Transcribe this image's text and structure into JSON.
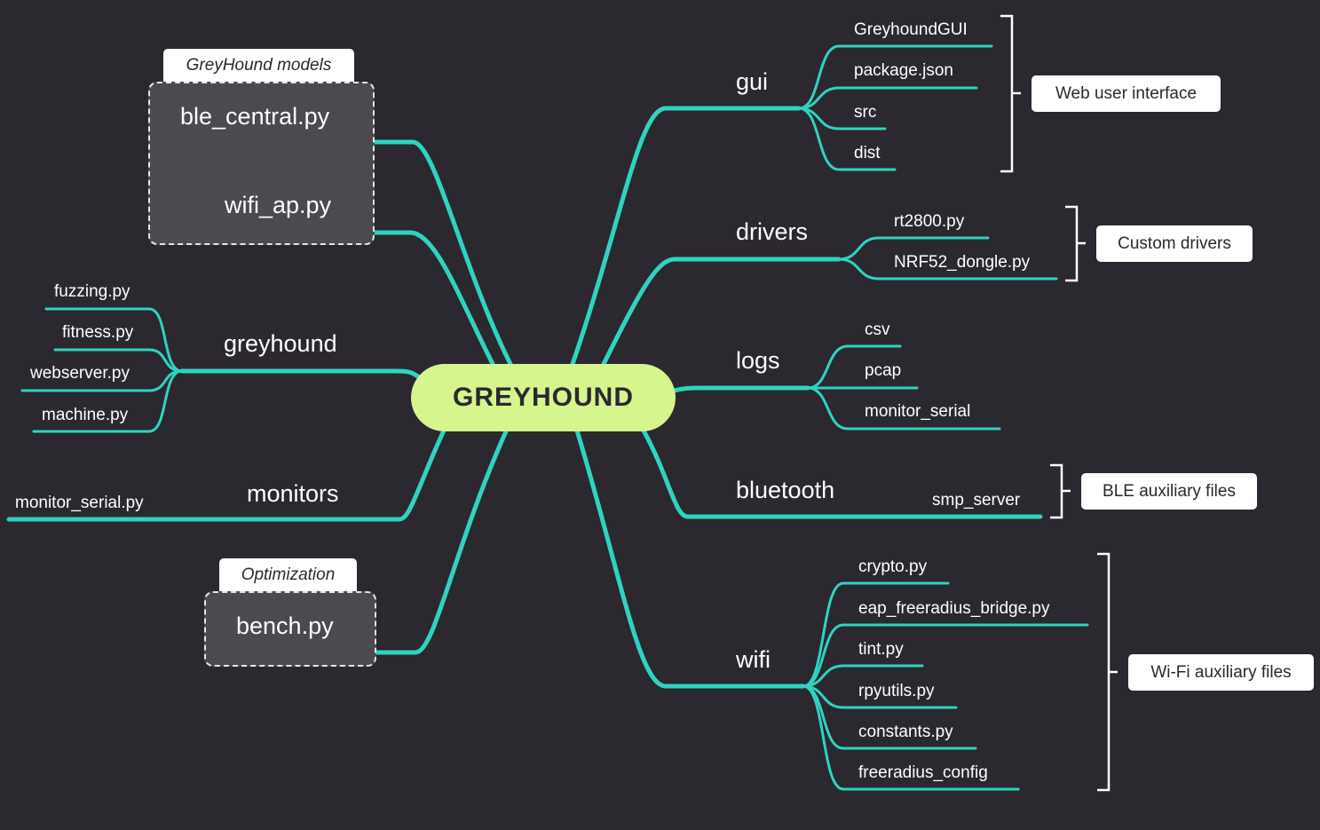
{
  "center": {
    "label": "GREYHOUND"
  },
  "left": {
    "models_group": {
      "tag": "GreyHound models",
      "items": [
        "ble_central.py",
        "wifi_ap.py"
      ]
    },
    "greyhound": {
      "label": "greyhound",
      "items": [
        "fuzzing.py",
        "fitness.py",
        "webserver.py",
        "machine.py"
      ]
    },
    "monitors": {
      "label": "monitors",
      "items": [
        "monitor_serial.py"
      ]
    },
    "optimization_group": {
      "tag": "Optimization",
      "items": [
        "bench.py"
      ]
    }
  },
  "right": {
    "gui": {
      "label": "gui",
      "items": [
        "GreyhoundGUI",
        "package.json",
        "src",
        "dist"
      ],
      "callout": "Web user interface"
    },
    "drivers": {
      "label": "drivers",
      "items": [
        "rt2800.py",
        "NRF52_dongle.py"
      ],
      "callout": "Custom drivers"
    },
    "logs": {
      "label": "logs",
      "items": [
        "csv",
        "pcap",
        "monitor_serial"
      ]
    },
    "bluetooth": {
      "label": "bluetooth",
      "items": [
        "smp_server"
      ],
      "callout": "BLE auxiliary files"
    },
    "wifi": {
      "label": "wifi",
      "items": [
        "crypto.py",
        "eap_freeradius_bridge.py",
        "tint.py",
        "rpyutils.py",
        "constants.py",
        "freeradius_config"
      ],
      "callout": "Wi-Fi auxiliary files"
    }
  },
  "colors": {
    "background": "#2b2830",
    "branch": "#2fd3c0",
    "center_fill": "#d6f58c",
    "group_fill": "#4c4950"
  }
}
